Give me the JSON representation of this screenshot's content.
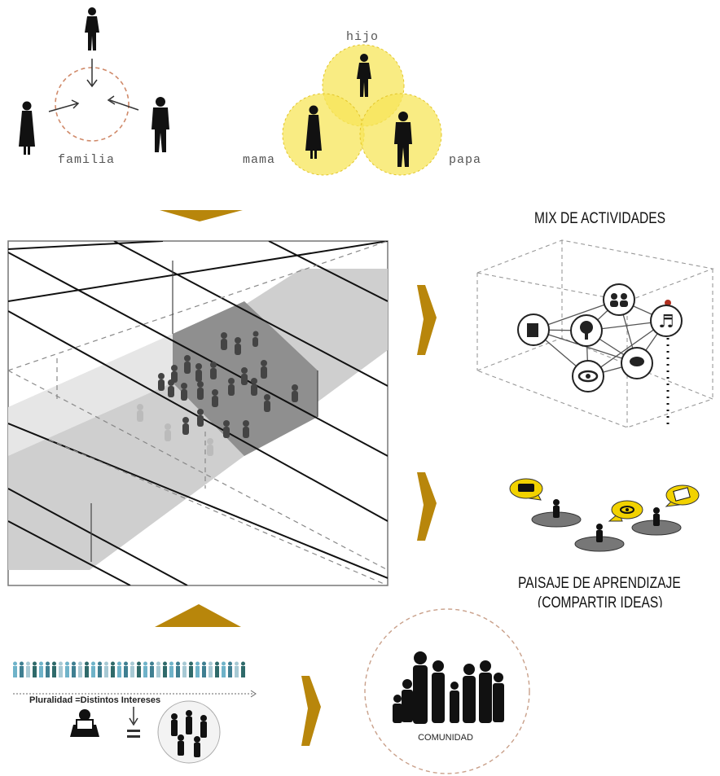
{
  "family": {
    "label_familia": "familia",
    "label_hijo": "hijo",
    "label_mama": "mama",
    "label_papa": "papa"
  },
  "activities": {
    "title": "MIX DE ACTIVIDADES"
  },
  "learning": {
    "title_line1": "PAISAJE DE APRENDIZAJE",
    "title_line2": "(COMPARTIR IDEAS)"
  },
  "plurality": {
    "caption": "Pluralidad =Distintos Intereses"
  },
  "community": {
    "label": "COMUNIDAD"
  },
  "colors": {
    "arrow": "#b8860b",
    "venn_yellow": "#f7e55a",
    "plaza_gray": "#c9c9c9",
    "dark_plaza": "#8e8e8e",
    "person_colors": [
      "#6fb3c9",
      "#3f7f91",
      "#a7c9d4",
      "#2f6a6a"
    ]
  },
  "icons": [
    "book-icon",
    "tree-icon",
    "people-icon",
    "music-icon",
    "eye-icon",
    "chat-icon",
    "bus-icon",
    "tablet-icon"
  ]
}
